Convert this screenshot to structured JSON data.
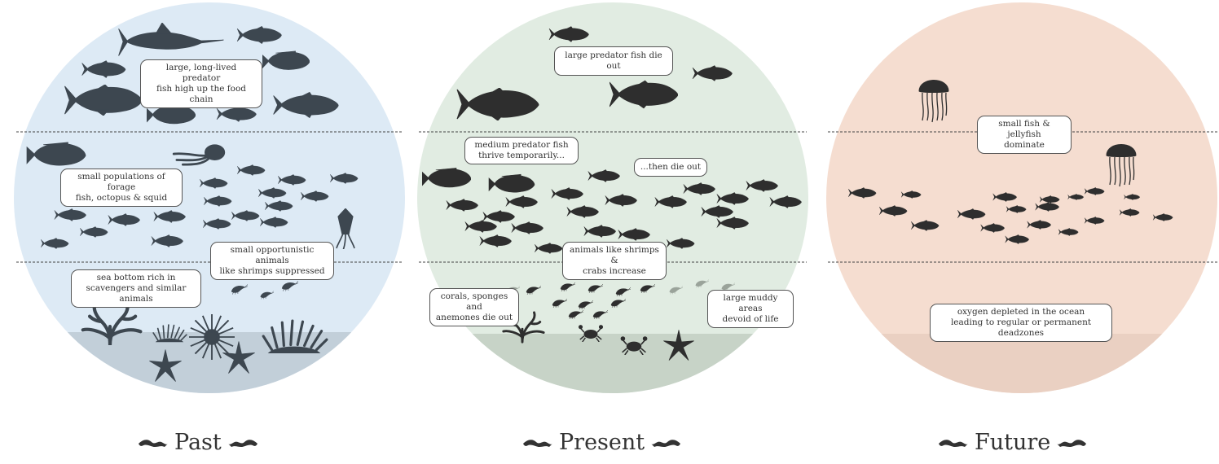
{
  "colors": {
    "past_bg": "#ddeaf5",
    "present_bg": "#e1ece2",
    "future_bg": "#f5ddd0",
    "past_floor": "#c2cfd9",
    "present_floor": "#c7d3c7",
    "future_floor": "#ead0c2",
    "silhouette": "#3d3d3d"
  },
  "past": {
    "title": "Past",
    "labels": {
      "top_line1": "large, long-lived predator",
      "top_line2": "fish high up the food chain",
      "mid_line1": "small populations of forage",
      "mid_line2": "fish, octopus & squid",
      "opp_line1": "small opportunistic animals",
      "opp_line2": "like shrimps suppressed",
      "bottom_line1": "sea bottom rich in",
      "bottom_line2": "scavengers and similar animals"
    },
    "icons": [
      "swordfish-icon",
      "tuna-icon",
      "grouper-icon",
      "octopus-icon",
      "squid-icon",
      "shrimp-icon",
      "coral-icon",
      "sea-urchin-icon",
      "starfish-icon",
      "anemone-icon"
    ]
  },
  "present": {
    "title": "Present",
    "labels": {
      "top": "large predator fish die out",
      "mid_line1": "medium predator fish",
      "mid_line2": "thrive temporarily...",
      "die": "...then die out",
      "shrimp_line1": "animals like shrimps &",
      "shrimp_line2": "crabs increase",
      "coral_line1": "corals, sponges and",
      "coral_line2": "anemones die out",
      "mud_line1": "large muddy areas",
      "mud_line2": "devoid of life"
    },
    "icons": [
      "tuna-icon",
      "grouper-icon",
      "shrimp-icon",
      "crab-icon",
      "coral-icon",
      "starfish-icon"
    ]
  },
  "future": {
    "title": "Future",
    "labels": {
      "top_line1": "small fish  & jellyfish",
      "top_line2": "dominate",
      "bottom_line1": "oxygen depleted in the ocean",
      "bottom_line2": "leading to regular or permanent deadzones"
    },
    "icons": [
      "jellyfish-icon",
      "small-fish-icon"
    ]
  }
}
